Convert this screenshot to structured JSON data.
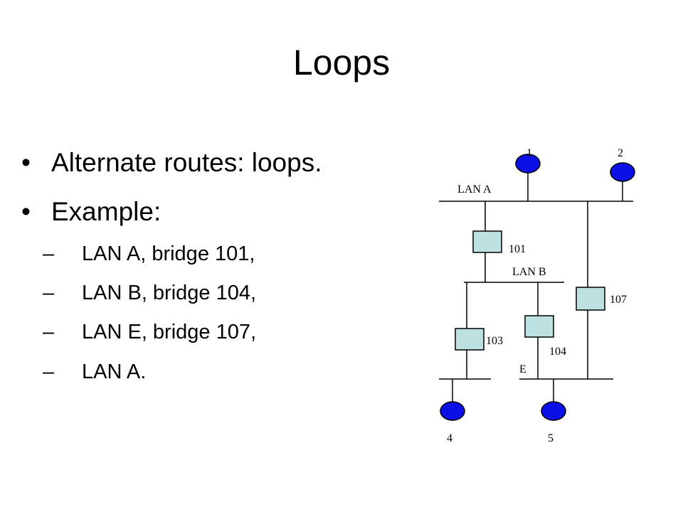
{
  "slide": {
    "title": "Loops",
    "bullets": [
      {
        "marker": "•",
        "text": "Alternate routes: loops."
      },
      {
        "marker": "•",
        "text": "Example:"
      }
    ],
    "sub_bullets": [
      {
        "marker": "–",
        "text": "LAN A, bridge 101,"
      },
      {
        "marker": "–",
        "text": "LAN B, bridge 104,"
      },
      {
        "marker": "–",
        "text": "LAN E, bridge 107,"
      },
      {
        "marker": "–",
        "text": "LAN A."
      }
    ]
  },
  "diagram": {
    "lans": {
      "lan_a": "LAN A",
      "lan_b": "LAN B",
      "lan_e": "E"
    },
    "bridges": {
      "b101": "101",
      "b103": "103",
      "b104": "104",
      "b107": "107"
    },
    "hosts": {
      "h1": "1",
      "h2": "2",
      "h4": "4",
      "h5": "5"
    },
    "colors": {
      "host_fill": "#0a10e6",
      "bridge_fill": "#bde0e0",
      "line": "#000000"
    }
  }
}
